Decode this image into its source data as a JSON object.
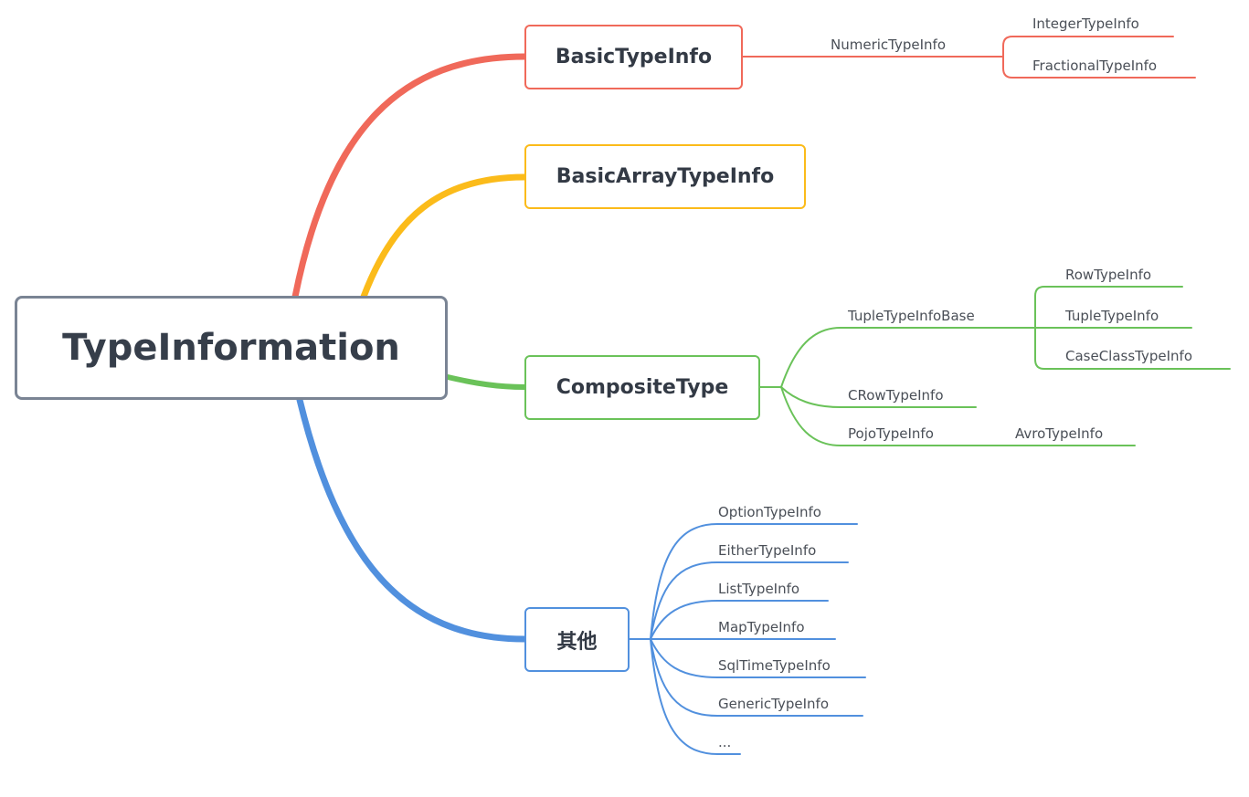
{
  "root": {
    "label": "TypeInformation"
  },
  "colors": {
    "red": "#f0695a",
    "yellow": "#fbbb1a",
    "green": "#6ac259",
    "blue": "#5190de",
    "root_border": "#7a8494"
  },
  "branches": {
    "basic": {
      "label": "BasicTypeInfo",
      "numeric": "NumericTypeInfo",
      "integer": "IntegerTypeInfo",
      "fractional": "FractionalTypeInfo"
    },
    "array": {
      "label": "BasicArrayTypeInfo"
    },
    "composite": {
      "label": "CompositeType",
      "tuple_base": "TupleTypeInfoBase",
      "row": "RowTypeInfo",
      "tuple": "TupleTypeInfo",
      "case_class": "CaseClassTypeInfo",
      "crow": "CRowTypeInfo",
      "pojo": "PojoTypeInfo",
      "avro": "AvroTypeInfo"
    },
    "other": {
      "label": "其他",
      "items": [
        "OptionTypeInfo",
        "EitherTypeInfo",
        "ListTypeInfo",
        "MapTypeInfo",
        "SqlTimeTypeInfo",
        "GenericTypeInfo",
        "..."
      ]
    }
  }
}
